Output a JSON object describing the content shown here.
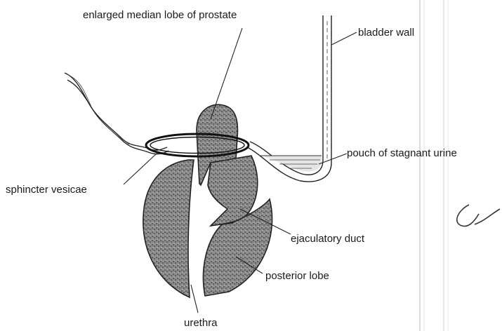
{
  "labels": {
    "median_lobe": "enlarged median lobe of prostate",
    "bladder_wall": "bladder wall",
    "pouch": "pouch of stagnant urine",
    "sphincter": "sphincter vesicae",
    "ejaculatory_duct": "ejaculatory duct",
    "posterior_lobe": "posterior lobe",
    "urethra": "urethra"
  },
  "colors": {
    "ink": "#222222",
    "tissue_fill": "#6f6f6f",
    "paper": "#ffffff",
    "urine": "#dcdcdc"
  }
}
